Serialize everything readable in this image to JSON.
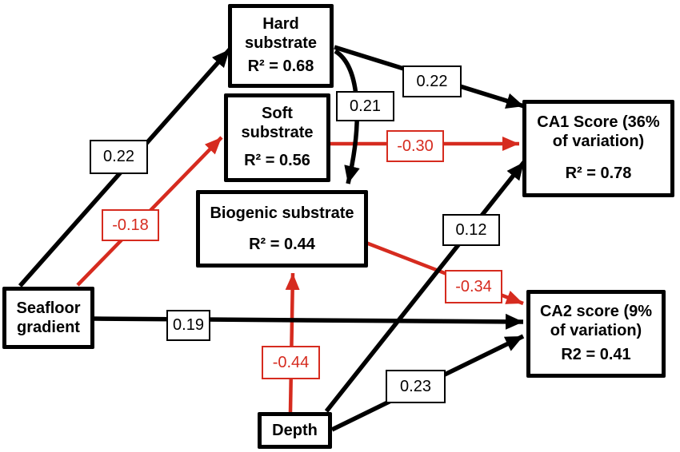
{
  "figure": {
    "type": "path-analysis-diagram",
    "background": "#ffffff",
    "colors": {
      "positive_path": "#000000",
      "negative_path": "#d62b1f",
      "node_border": "#000000"
    }
  },
  "nodes": [
    {
      "id": "hard-substrate",
      "label": "Hard substrate",
      "r2": "R² = 0.68"
    },
    {
      "id": "soft-substrate",
      "label": "Soft substrate",
      "r2": "R² = 0.56"
    },
    {
      "id": "biogenic-substrate",
      "label": "Biogenic substrate",
      "r2": "R² = 0.44"
    },
    {
      "id": "seafloor-gradient",
      "label": "Seafloor gradient",
      "r2": ""
    },
    {
      "id": "depth",
      "label": "Depth",
      "r2": ""
    },
    {
      "id": "ca1-score",
      "label": "CA1 Score (36% of variation)",
      "r2": "R² = 0.78"
    },
    {
      "id": "ca2-score",
      "label": "CA2 score (9% of variation)",
      "r2": "R2 = 0.41"
    }
  ],
  "edges": [
    {
      "from": "seafloor-gradient",
      "to": "hard-substrate",
      "coefficient": "0.22",
      "sign": "positive",
      "color": "#000000"
    },
    {
      "from": "seafloor-gradient",
      "to": "soft-substrate",
      "coefficient": "-0.18",
      "sign": "negative",
      "color": "#d62b1f"
    },
    {
      "from": "seafloor-gradient",
      "to": "ca2-score",
      "coefficient": "0.19",
      "sign": "positive",
      "color": "#000000"
    },
    {
      "from": "hard-substrate",
      "to": "ca1-score",
      "coefficient": "0.22",
      "sign": "positive",
      "color": "#000000"
    },
    {
      "from": "hard-substrate",
      "to": "biogenic-substrate",
      "coefficient": "0.21",
      "sign": "positive",
      "color": "#000000"
    },
    {
      "from": "soft-substrate",
      "to": "ca1-score",
      "coefficient": "-0.30",
      "sign": "negative",
      "color": "#d62b1f"
    },
    {
      "from": "biogenic-substrate",
      "to": "ca2-score",
      "coefficient": "-0.34",
      "sign": "negative",
      "color": "#d62b1f"
    },
    {
      "from": "depth",
      "to": "biogenic-substrate",
      "coefficient": "-0.44",
      "sign": "negative",
      "color": "#d62b1f"
    },
    {
      "from": "depth",
      "to": "ca1-score",
      "coefficient": "0.12",
      "sign": "positive",
      "color": "#000000"
    },
    {
      "from": "depth",
      "to": "ca2-score",
      "coefficient": "0.23",
      "sign": "positive",
      "color": "#000000"
    }
  ]
}
